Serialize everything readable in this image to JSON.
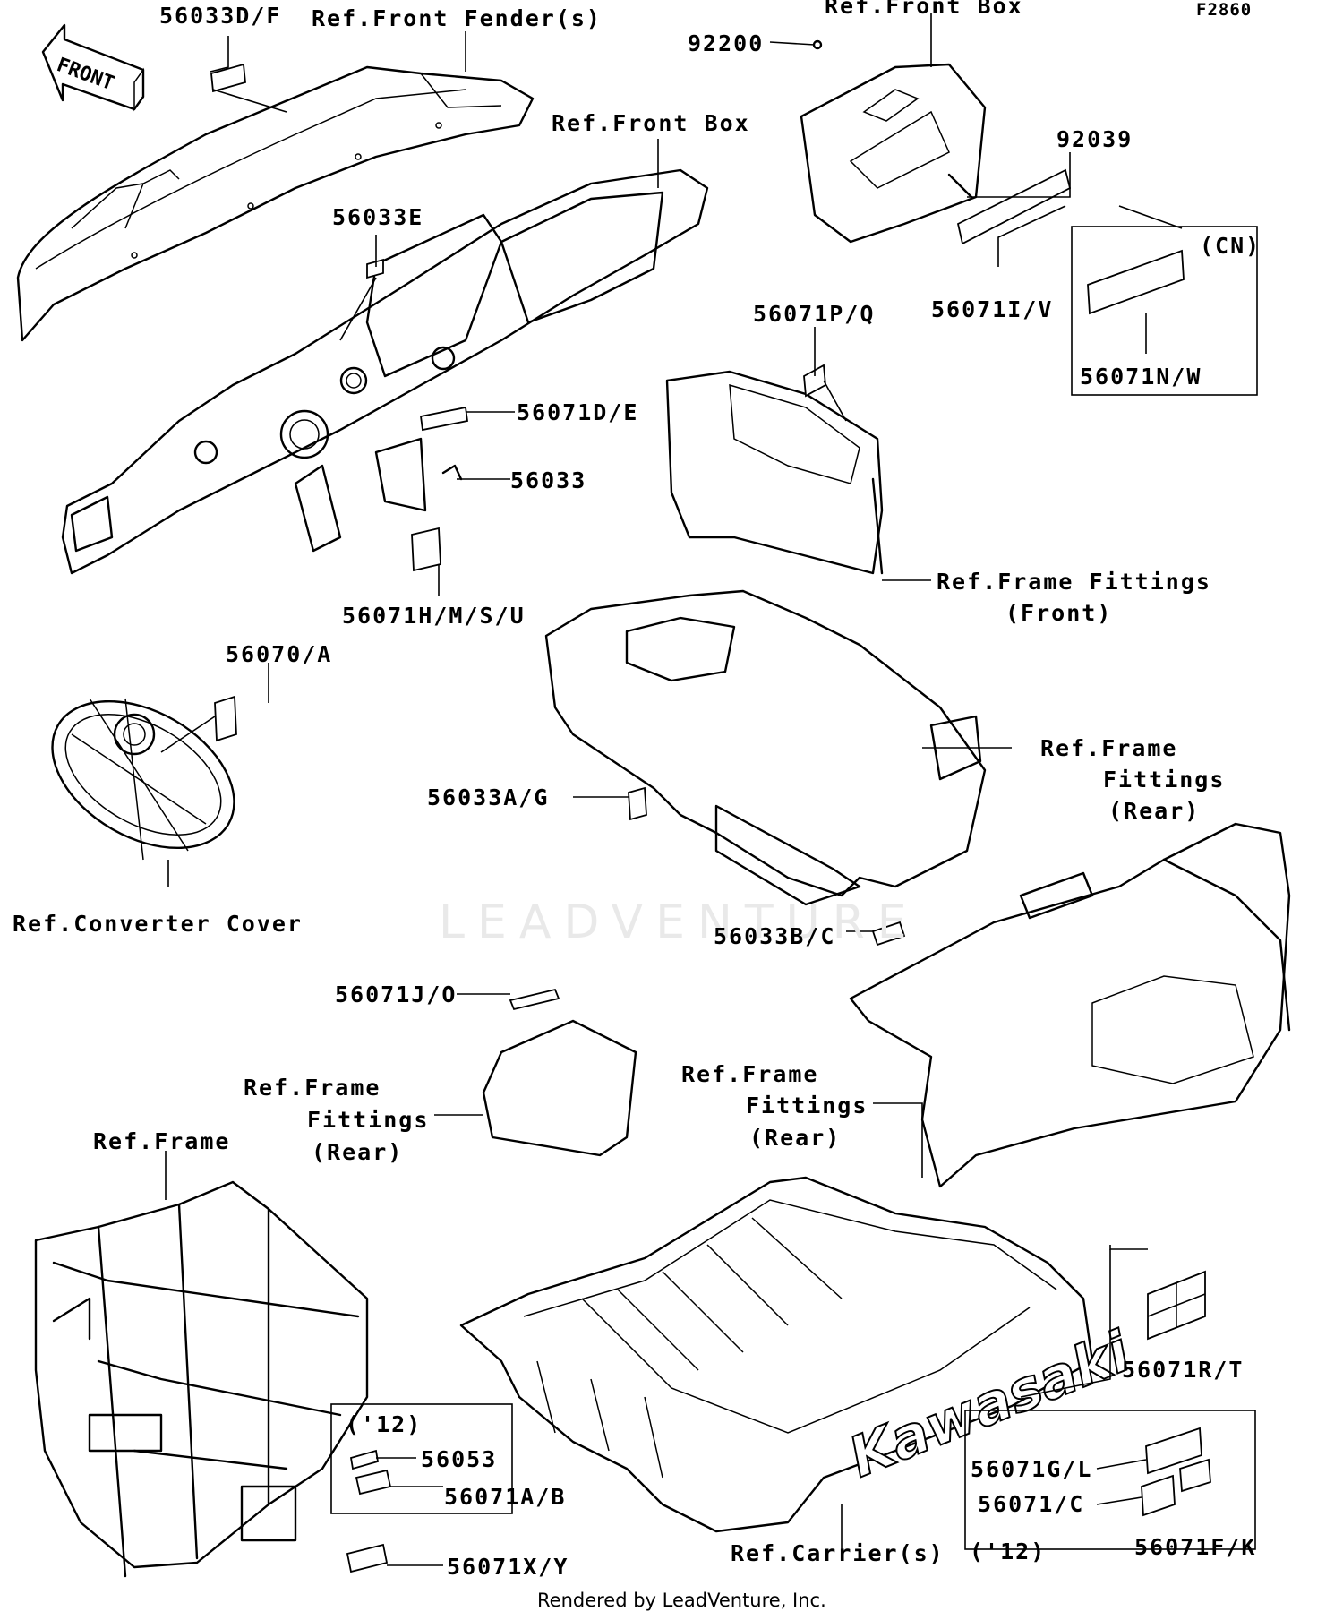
{
  "figure_code": "F2860",
  "front_arrow_label": "FRONT",
  "watermark": "LEADVENTURE",
  "credit": "Rendered by LeadVenture, Inc.",
  "labels": {
    "p56033DF": "56033D/F",
    "ref_front_fender": "Ref.Front Fender(s)",
    "ref_front_box_top": "Ref.Front Box",
    "p92200": "92200",
    "p92039": "92039",
    "ref_front_box_mid": "Ref.Front Box",
    "p56033E": "56033E",
    "p56071IV": "56071I/V",
    "cn": "(CN)",
    "p56071NW": "56071N/W",
    "p56071PQ": "56071P/Q",
    "p56071DE": "56071D/E",
    "p56033": "56033",
    "ref_frame_fittings_front_1": "Ref.Frame Fittings",
    "ref_frame_fittings_front_2": "(Front)",
    "p56071HMSU": "56071H/M/S/U",
    "p56070A": "56070/A",
    "ref_frame_fittings_rear_a1": "Ref.Frame",
    "ref_frame_fittings_rear_a2": "Fittings",
    "ref_frame_fittings_rear_a3": "(Rear)",
    "p56033AG": "56033A/G",
    "ref_converter_cover": "Ref.Converter Cover",
    "p56033BC": "56033B/C",
    "p56071JO": "56071J/O",
    "ref_frame_fittings_rear_b1": "Ref.Frame",
    "ref_frame_fittings_rear_b2": "Fittings",
    "ref_frame_fittings_rear_b3": "(Rear)",
    "ref_frame_fittings_rear_c1": "Ref.Frame",
    "ref_frame_fittings_rear_c2": "Fittings",
    "ref_frame_fittings_rear_c3": "(Rear)",
    "ref_frame": "Ref.Frame",
    "p56071RT": "56071R/T",
    "year12_a": "('12)",
    "p56053": "56053",
    "p56071AB": "56071A/B",
    "p56071GL": "56071G/L",
    "p56071C": "56071/C",
    "year12_b": "('12)",
    "p56071FK": "56071F/K",
    "p56071XY": "56071X/Y",
    "ref_carrier": "Ref.Carrier(s)",
    "kawasaki_logo": "Kawasaki"
  }
}
